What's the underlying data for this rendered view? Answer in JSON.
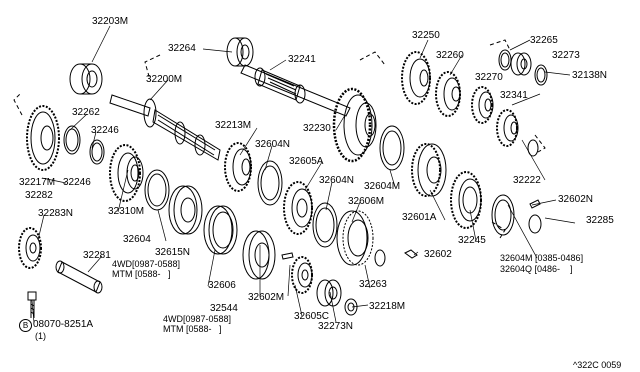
{
  "labels": {
    "p32203M": "32203M",
    "p32264": "32264",
    "p32241": "32241",
    "p32250": "32250",
    "p32265": "32265",
    "p32273": "32273",
    "p32260": "32260",
    "p32138N": "32138N",
    "p32200M": "32200M",
    "p32270": "32270",
    "p32341": "32341",
    "p32262": "32262",
    "p32246a": "32246",
    "p32213M": "32213M",
    "p32230": "32230",
    "p32604Na": "32604N",
    "p32605A": "32605A",
    "p32217M": "32217M",
    "p32246b": "32246",
    "p32604Nb": "32604N",
    "p32604M": "32604M",
    "p32222": "32222",
    "p32282": "32282",
    "p32606M": "32606M",
    "p32602N": "32602N",
    "p32283N": "32283N",
    "p32310M": "32310M",
    "p32601A": "32601A",
    "p32285": "32285",
    "p32604": "32604",
    "p32615N_a": "32615N",
    "p32615N_b": "4WD[0987-0588]",
    "p32615N_c": "MTM [0588-   ]",
    "p32245": "32245",
    "p32281": "32281",
    "p32602": "32602",
    "p32604M_q1": "32604M [0385-0486]",
    "p32604M_q2": "32604Q [0486-    ]",
    "p32606": "32606",
    "p32263": "32263",
    "p32544": "32544",
    "p32544_b": "4WD[0987-0588]",
    "p32544_c": "MTM [0588-   ]",
    "p32602M": "32602M",
    "p32605C": "32605C",
    "p32273N": "32273N",
    "p32218M": "32218M",
    "bolt": "08070-8251A",
    "bolt_prefix": "B",
    "bolt_qty": "(1)",
    "ref": "^322C 0059"
  }
}
